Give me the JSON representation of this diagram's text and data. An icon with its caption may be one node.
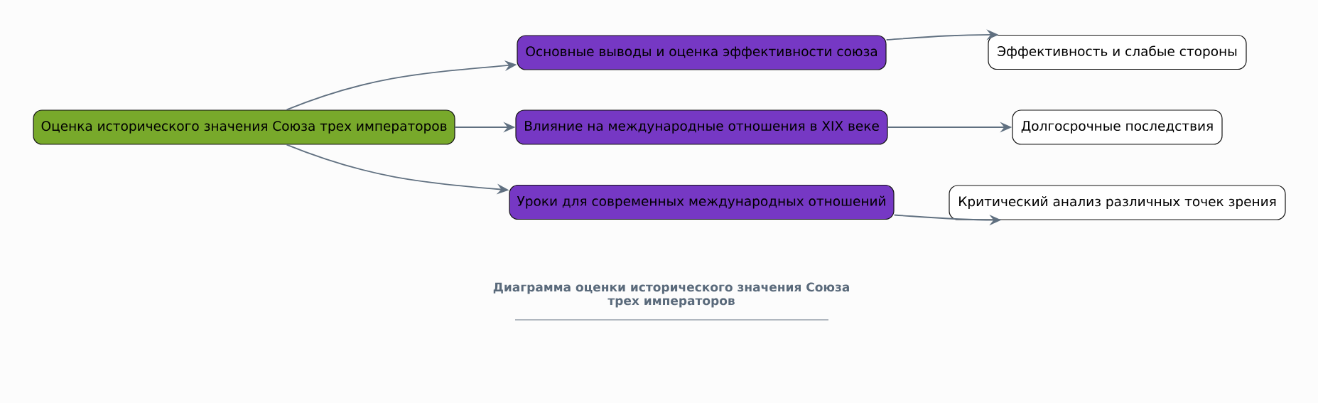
{
  "diagram": {
    "title": "Диаграмма оценки исторического значения Союза трех императоров",
    "nodes": [
      {
        "text": [
          "Оценка исторического значения Союза трех императоров"
        ]
      },
      {
        "text": [
          "Основные выводы и оценка эффективности союза"
        ]
      },
      {
        "text": [
          "Влияние на международные отношения в XIX веке"
        ]
      },
      {
        "text": [
          "Уроки для современных международных отношений"
        ]
      },
      {
        "text": [
          "Эффективность и слабые стороны"
        ]
      },
      {
        "text": [
          "Долгосрочные последствия"
        ]
      },
      {
        "text": [
          "Критический анализ различных точек зрения"
        ]
      }
    ],
    "edges": [
      {
        "from": 0,
        "to": 1,
        "arrow": "to"
      },
      {
        "from": 0,
        "to": 2,
        "arrow": "to"
      },
      {
        "from": 0,
        "to": 3,
        "arrow": "to"
      },
      {
        "from": 1,
        "to": 4,
        "arrow": "to"
      },
      {
        "from": 2,
        "to": 5,
        "arrow": "to"
      },
      {
        "from": 3,
        "to": 6,
        "arrow": "to"
      }
    ]
  }
}
